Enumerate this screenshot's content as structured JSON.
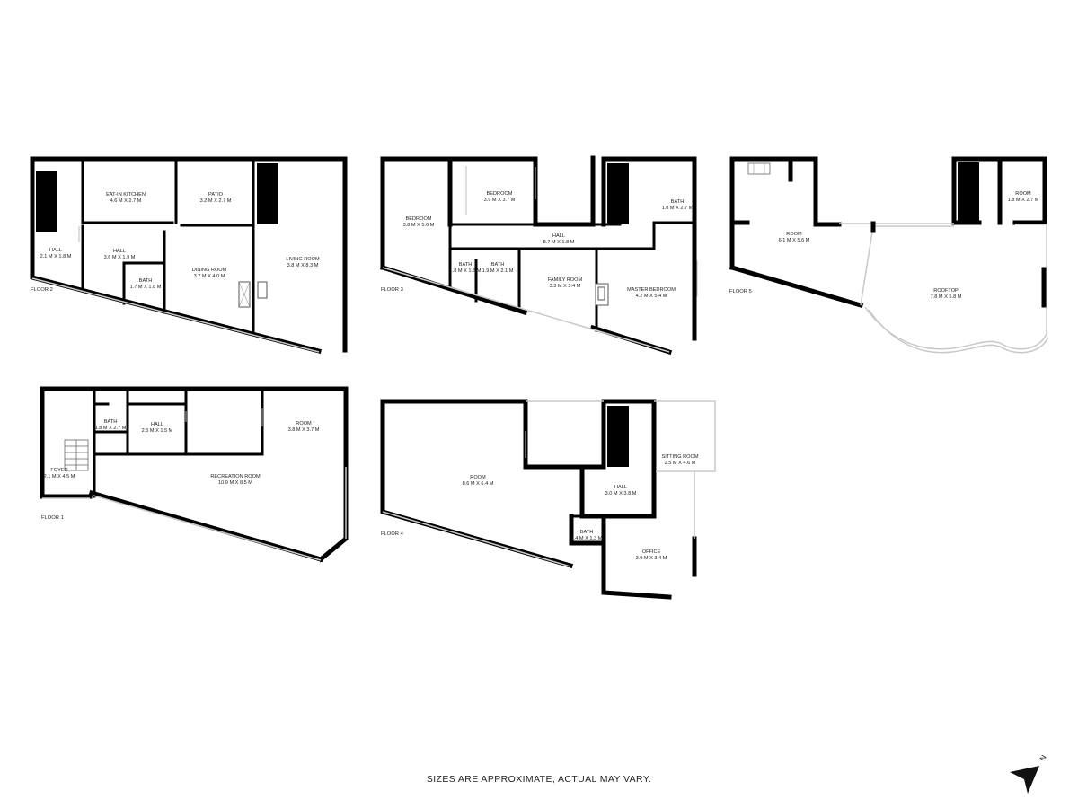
{
  "floors": {
    "f2": {
      "label": "FLOOR 2",
      "rooms": {
        "kitchen": {
          "name": "EAT-IN KITCHEN",
          "size": "4.6 M X 2.7 M"
        },
        "patio": {
          "name": "PATIO",
          "size": "3.2 M X 2.7 M"
        },
        "hall1": {
          "name": "HALL",
          "size": "2.1 M X 1.8 M"
        },
        "hall2": {
          "name": "HALL",
          "size": "3.6 M X 1.9 M"
        },
        "bath": {
          "name": "BATH",
          "size": "1.7 M X 1.8 M"
        },
        "dining": {
          "name": "DINING ROOM",
          "size": "3.7 M X 4.0 M"
        },
        "living": {
          "name": "LIVING ROOM",
          "size": "3.8 M X 8.3 M"
        }
      }
    },
    "f3": {
      "label": "FLOOR 3",
      "rooms": {
        "bedroom1": {
          "name": "BEDROOM",
          "size": "3.8 M X 5.6 M"
        },
        "bedroom2": {
          "name": "BEDROOM",
          "size": "3.9 M X 3.7 M"
        },
        "bath1": {
          "name": "BATH",
          "size": "1.8 M X 2.7 M"
        },
        "hall": {
          "name": "HALL",
          "size": "8.7 M X 1.8 M"
        },
        "bath2": {
          "name": "BATH",
          "size": "1.8 M X 1.8 M"
        },
        "bath3": {
          "name": "BATH",
          "size": "1.9 M X 2.1 M"
        },
        "family": {
          "name": "FAMILY ROOM",
          "size": "3.3 M X 3.4 M"
        },
        "master": {
          "name": "MASTER BEDROOM",
          "size": "4.2 M X 5.4 M"
        }
      }
    },
    "f5": {
      "label": "FLOOR 5",
      "rooms": {
        "room1": {
          "name": "ROOM",
          "size": "6.1 M X 5.6 M"
        },
        "room2": {
          "name": "ROOM",
          "size": "1.8 M X 2.7 M"
        },
        "rooftop": {
          "name": "ROOFTOP",
          "size": "7.8 M X 5.8 M"
        }
      }
    },
    "f1": {
      "label": "FLOOR 1",
      "rooms": {
        "bath": {
          "name": "BATH",
          "size": "1.8 M X 2.7 M"
        },
        "hall": {
          "name": "HALL",
          "size": "2.5 M X 1.5 M"
        },
        "room": {
          "name": "ROOM",
          "size": "3.8 M X 3.7 M"
        },
        "foyer": {
          "name": "FOYER",
          "size": "2.1 M X 4.5 M"
        },
        "recreation": {
          "name": "RECREATION ROOM",
          "size": "10.9 M X 8.5 M"
        }
      }
    },
    "f4": {
      "label": "FLOOR 4",
      "rooms": {
        "room": {
          "name": "ROOM",
          "size": "8.6 M X 6.4 M"
        },
        "sitting": {
          "name": "SITTING ROOM",
          "size": "2.5 M X 4.6 M"
        },
        "hall": {
          "name": "HALL",
          "size": "3.0 M X 3.8 M"
        },
        "bath": {
          "name": "BATH",
          "size": "1.4 M X 1.3 M"
        },
        "office": {
          "name": "OFFICE",
          "size": "3.9 M X 3.4 M"
        }
      }
    }
  },
  "footer": {
    "note": "SIZES ARE APPROXIMATE, ACTUAL MAY VARY."
  },
  "compass": {
    "letter": "N"
  }
}
